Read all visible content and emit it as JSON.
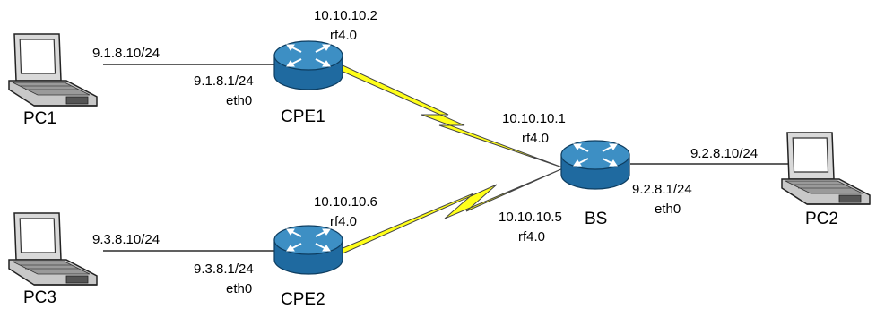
{
  "colors": {
    "router_top": "#3d8fc4",
    "router_side": "#1f6aa0",
    "wireless_bolt": "#ffff1a",
    "link_line": "#000000"
  },
  "icons": {
    "router": "router-icon",
    "pc": "laptop-icon",
    "wireless": "wireless-link-icon"
  },
  "nodes": {
    "pc1": {
      "name": "PC1",
      "ip": "9.1.8.10/24"
    },
    "pc2": {
      "name": "PC2",
      "ip": "9.2.8.10/24"
    },
    "pc3": {
      "name": "PC3",
      "ip": "9.3.8.10/24"
    },
    "cpe1": {
      "name": "CPE1",
      "eth_ip": "9.1.8.1/24",
      "eth_if": "eth0",
      "rf_ip": "10.10.10.2",
      "rf_if": "rf4.0"
    },
    "cpe2": {
      "name": "CPE2",
      "eth_ip": "9.3.8.1/24",
      "eth_if": "eth0",
      "rf_ip": "10.10.10.6",
      "rf_if": "rf4.0"
    },
    "bs": {
      "name": "BS",
      "eth_ip": "9.2.8.1/24",
      "eth_if": "eth0",
      "rf1_ip": "10.10.10.1",
      "rf1_if": "rf4.0",
      "rf2_ip": "10.10.10.5",
      "rf2_if": "rf4.0"
    }
  }
}
